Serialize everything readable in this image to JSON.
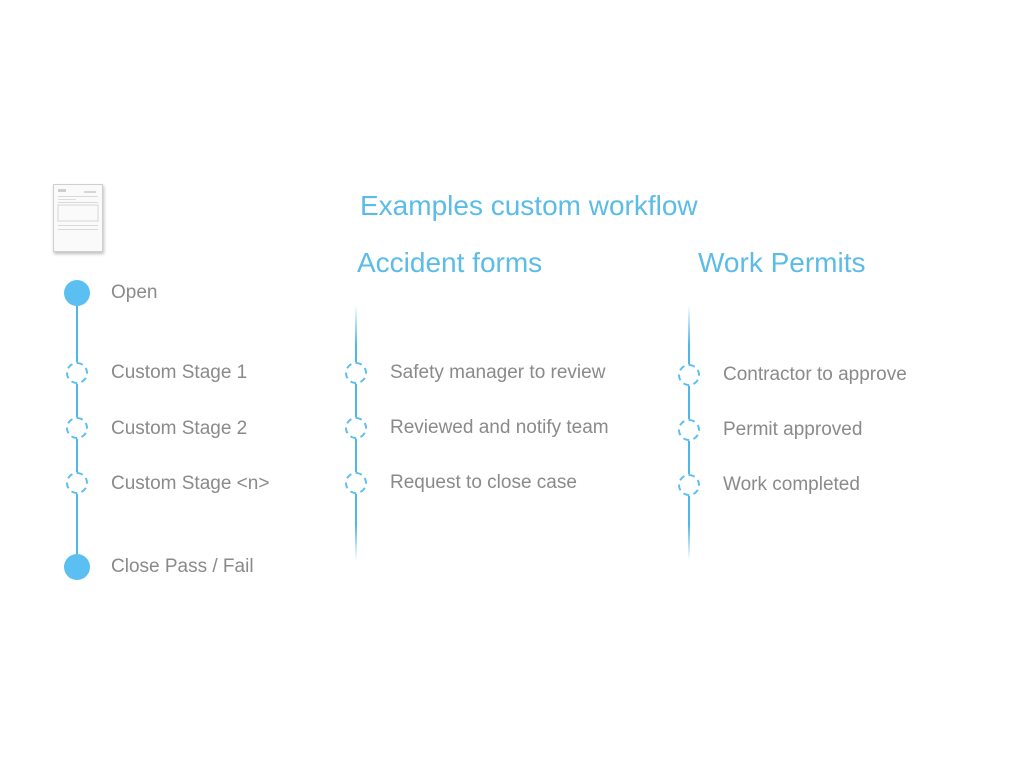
{
  "title": "Examples custom workflow",
  "generic": {
    "stages": [
      "Open",
      "Custom Stage 1",
      "Custom Stage 2",
      "Custom Stage <n>",
      "Close Pass / Fail"
    ]
  },
  "accident": {
    "heading": "Accident forms",
    "stages": [
      "Safety manager to review",
      "Reviewed and notify team",
      "Request to close case"
    ]
  },
  "permits": {
    "heading": "Work Permits",
    "stages": [
      "Contractor to approve",
      "Permit approved",
      "Work completed"
    ]
  },
  "colors": {
    "accent": "#5bbce8",
    "text": "#8a8a8a"
  }
}
